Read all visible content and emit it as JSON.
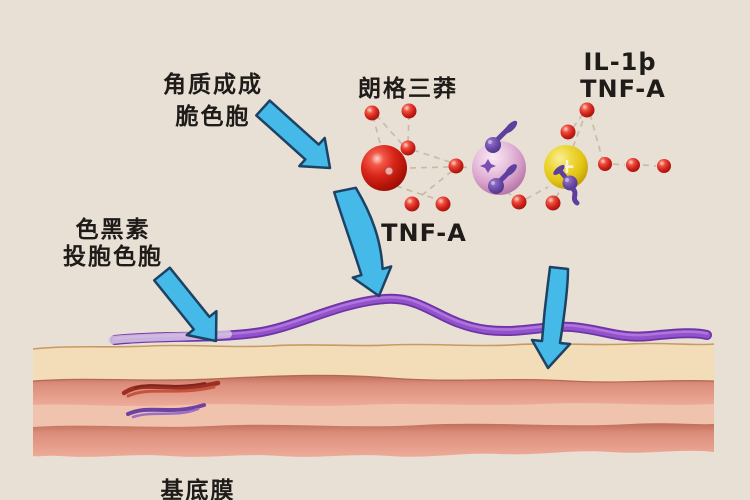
{
  "labels": {
    "keratinocyte": {
      "line1": "角质成成",
      "line2": "脆色胞"
    },
    "langerhans": "朗格三莽",
    "cytokines_top": {
      "line1": "IL-1þ",
      "line2": "TNF-A"
    },
    "tnf_center": "TNF-A",
    "melanocyte": {
      "line1": "色黑素",
      "line2": "投胞色胞"
    },
    "basement_membrane": "基底膜",
    "plus_marker": "+"
  },
  "colors": {
    "background": "#e8e0d5",
    "arrow_blue": "#45b9e8",
    "arrow_outline": "#1d4263",
    "membrane_purple": "#9152cc",
    "cell_red": "#d9261a",
    "cell_pink": "#d8a2cc",
    "cell_yellow": "#e2c414",
    "pin_purple": "#5d3f9e",
    "dot_red": "#d0221a",
    "skin_cream": "#f3ddb8",
    "skin_salmon": "#dd8f7d",
    "skin_light_pink": "#f0c3ae",
    "squiggle_red": "#9c2f24",
    "squiggle_purple": "#6f42a2",
    "text": "#1e1b18"
  }
}
